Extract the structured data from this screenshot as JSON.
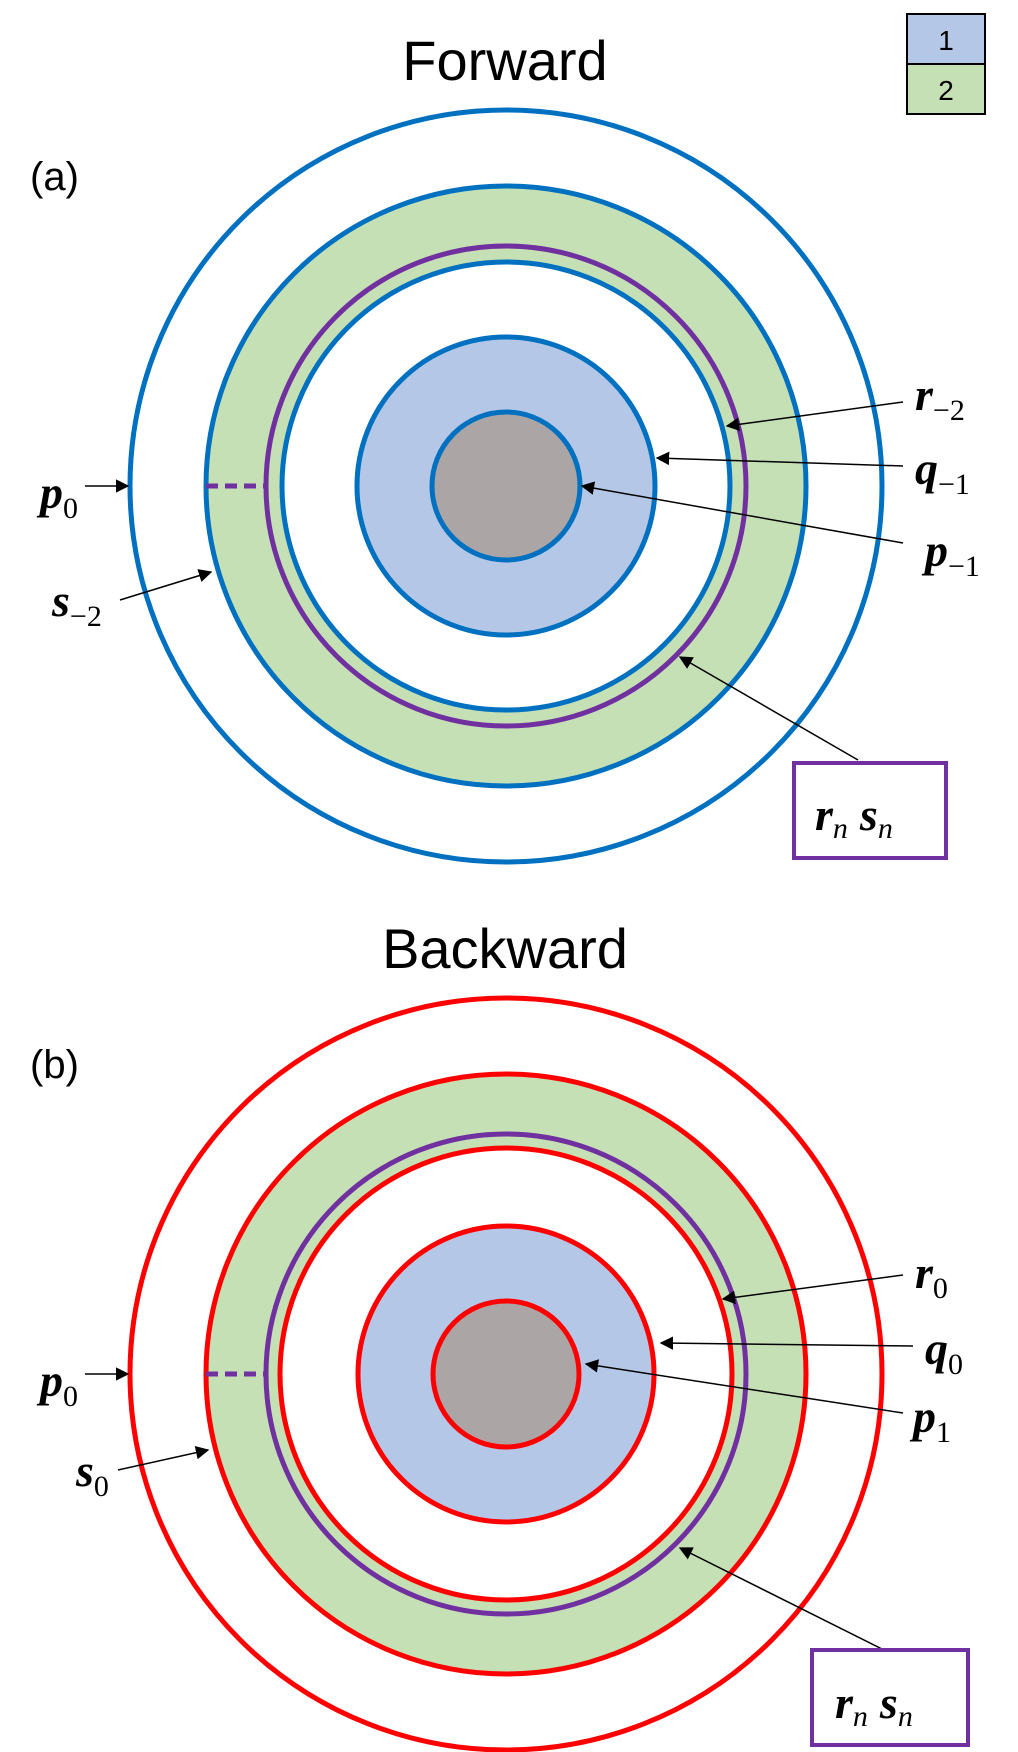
{
  "legend": {
    "items": [
      {
        "label": "1",
        "color": "#b4c7e7"
      },
      {
        "label": "2",
        "color": "#c5e0b4"
      }
    ]
  },
  "colors": {
    "forward_ring": "#0070c0",
    "backward_ring": "#ff0000",
    "purple_ring": "#7030a0",
    "core": "#aba6a5",
    "region1": "#b4c7e7",
    "region2": "#c5e0b4"
  },
  "panels": [
    {
      "id": "forward",
      "title": "Forward",
      "label": "(a)",
      "labels": {
        "r_top": {
          "main": "r",
          "sub": "−2"
        },
        "q": {
          "main": "q",
          "sub": "−1"
        },
        "p_right": {
          "main": "p",
          "sub": "−1"
        },
        "p_left": {
          "main": "p",
          "sub": "0"
        },
        "s_left": {
          "main": "s",
          "sub": "−2"
        },
        "box": {
          "r": "r",
          "r_sub": "n",
          "s": "s",
          "s_sub": "n"
        }
      }
    },
    {
      "id": "backward",
      "title": "Backward",
      "label": "(b)",
      "labels": {
        "r_top": {
          "main": "r",
          "sub": "0"
        },
        "q": {
          "main": "q",
          "sub": "0"
        },
        "p_right": {
          "main": "p",
          "sub": "1"
        },
        "p_left": {
          "main": "p",
          "sub": "0"
        },
        "s_left": {
          "main": "s",
          "sub": "0"
        },
        "box": {
          "r": "r",
          "r_sub": "n",
          "s": "s",
          "s_sub": "n"
        }
      }
    }
  ]
}
